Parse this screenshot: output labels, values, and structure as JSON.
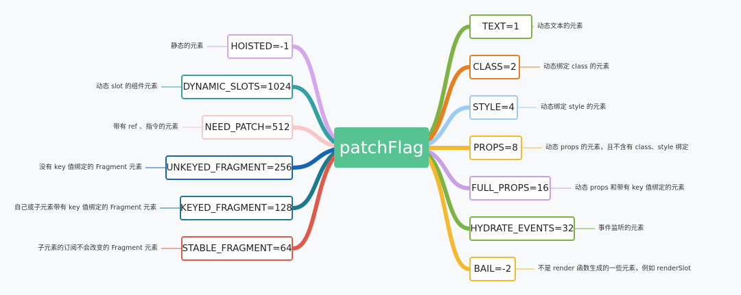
{
  "root": {
    "label": "patchFlag",
    "color": "#57c393"
  },
  "right_branches": [
    {
      "flag": "TEXT=1",
      "desc": "动态文本的元素",
      "color": "#7cb342"
    },
    {
      "flag": "CLASS=2",
      "desc": "动态绑定 class 的元素",
      "color": "#e67e22"
    },
    {
      "flag": "STYLE=4",
      "desc": "动态绑定 style 的元素",
      "color": "#9ecbf4"
    },
    {
      "flag": "PROPS=8",
      "desc": "动态 props 的元素，且不含有 class、style 绑定",
      "color": "#f5b82e"
    },
    {
      "flag": "FULL_PROPS=16",
      "desc": "动态 props 和带有 key 值绑定的元素",
      "color": "#c9a0e8"
    },
    {
      "flag": "HYDRATE_EVENTS=32",
      "desc": "事件监听的元素",
      "color": "#7cb342"
    },
    {
      "flag": "BAIL=-2",
      "desc": "不是 render 函数生成的一些元素，例如 renderSlot",
      "color": "#f5b82e"
    }
  ],
  "left_branches": [
    {
      "flag": "HOISTED=-1",
      "desc": "静态的元素",
      "color": "#d4a6ec"
    },
    {
      "flag": "DYNAMIC_SLOTS=1024",
      "desc": "动态 slot 的组件元素",
      "color": "#34a0a4"
    },
    {
      "flag": "NEED_PATCH=512",
      "desc": "带有 ref 、指令的元素",
      "color": "#f8c8c8"
    },
    {
      "flag": "UNKEYED_FRAGMENT=256",
      "desc": "没有 key 值绑定的 Fragment 元素",
      "color": "#1565b0"
    },
    {
      "flag": "KEYED_FRAGMENT=128",
      "desc": "自己或子元素带有 key 值绑定的 Fragment 元素",
      "color": "#1b7b8c"
    },
    {
      "flag": "STABLE_FRAGMENT=64",
      "desc": "子元素的订阅不会改变的 Fragment 元素",
      "color": "#e05a4a"
    }
  ]
}
